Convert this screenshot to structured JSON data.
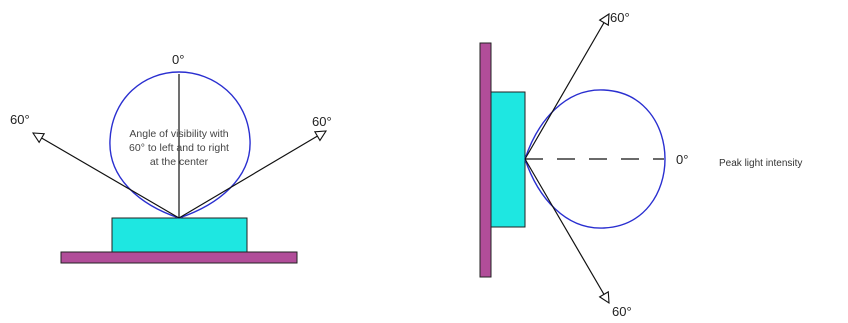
{
  "colors": {
    "plate": "#b14d99",
    "chip": "#1ee7e1",
    "lobe": "#2a2fd0",
    "line": "#111111"
  },
  "left_view": {
    "top_angle": "0°",
    "left_angle": "60°",
    "right_angle": "60°",
    "note_lines": [
      "Angle of visibility with",
      "60° to left and to right",
      "at the center"
    ]
  },
  "right_view": {
    "top_angle": "60°",
    "bottom_angle": "60°",
    "axis_angle": "0°",
    "peak_label": "Peak light intensity"
  }
}
